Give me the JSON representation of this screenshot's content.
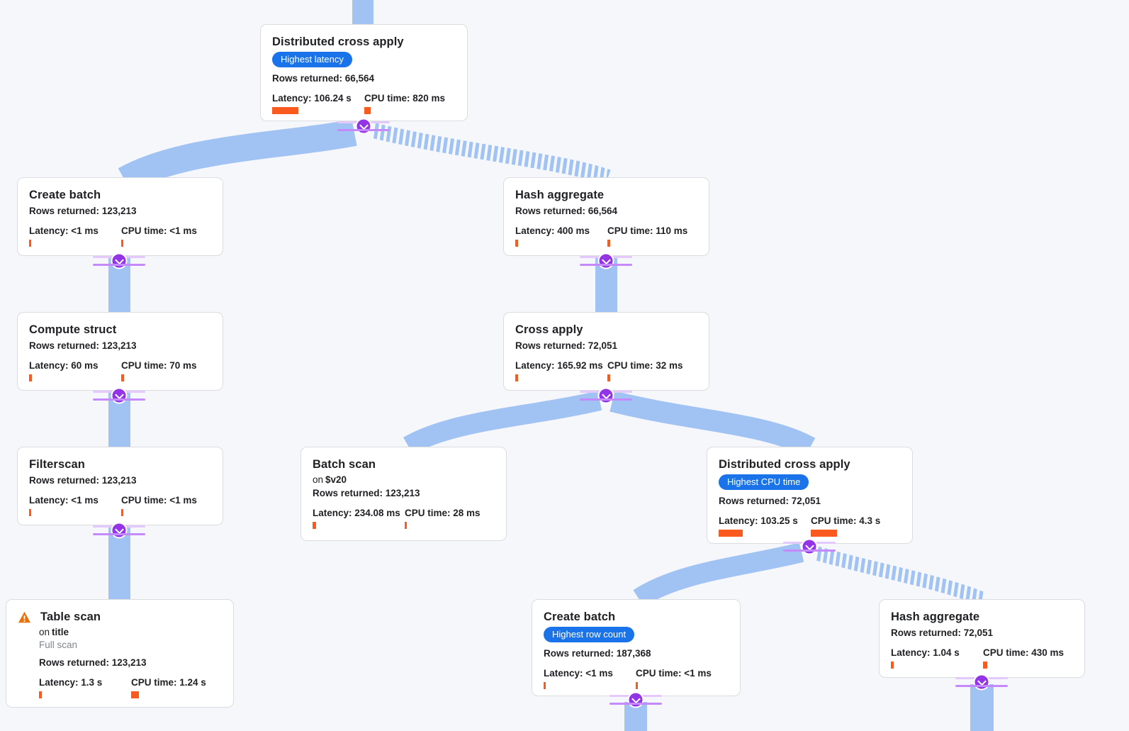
{
  "canvas": {
    "background": "#F6F7FA",
    "edge_color": "#A0C3F3",
    "accent_orange": "#FA5A1E",
    "badge_blue": "#1A73E8",
    "connector_purple": "#9334E6",
    "warning_orange": "#E8710A"
  },
  "nodes": [
    {
      "title": "Distributed cross apply",
      "badge": "Highest latency",
      "rows": "Rows returned: 66,564",
      "latency": "Latency: 106.24 s",
      "latency_bar": 37,
      "cpu": "CPU time: 820 ms",
      "cpu_bar": 9
    },
    {
      "title": "Create batch",
      "rows": "Rows returned: 123,213",
      "latency": "Latency: <1 ms",
      "latency_bar": 3,
      "cpu": "CPU time: <1 ms",
      "cpu_bar": 3
    },
    {
      "title": "Hash aggregate",
      "rows": "Rows returned: 66,564",
      "latency": "Latency: 400 ms",
      "latency_bar": 4,
      "cpu": "CPU time: 110 ms",
      "cpu_bar": 4
    },
    {
      "title": "Compute struct",
      "rows": "Rows returned: 123,213",
      "latency": "Latency: 60 ms",
      "latency_bar": 4,
      "cpu": "CPU time: 70 ms",
      "cpu_bar": 4
    },
    {
      "title": "Cross apply",
      "rows": "Rows returned: 72,051",
      "latency": "Latency: 165.92 ms",
      "latency_bar": 4,
      "cpu": "CPU time: 32 ms",
      "cpu_bar": 4
    },
    {
      "title": "Filterscan",
      "rows": "Rows returned: 123,213",
      "latency": "Latency: <1 ms",
      "latency_bar": 3,
      "cpu": "CPU time: <1 ms",
      "cpu_bar": 3
    },
    {
      "title": "Batch scan",
      "sub_prefix": "on",
      "sub_value": "$v20",
      "rows": "Rows returned: 123,213",
      "latency": "Latency: 234.08 ms",
      "latency_bar": 5,
      "cpu": "CPU time: 28 ms",
      "cpu_bar": 3
    },
    {
      "title": "Distributed cross apply",
      "badge": "Highest CPU time",
      "rows": "Rows returned: 72,051",
      "latency": "Latency: 103.25 s",
      "latency_bar": 34,
      "cpu": "CPU time: 4.3 s",
      "cpu_bar": 37
    },
    {
      "title": "Table scan",
      "sub_prefix": "on",
      "sub_value": "title",
      "note": "Full scan",
      "warning": "warning-icon",
      "rows": "Rows returned: 123,213",
      "latency": "Latency: 1.3 s",
      "latency_bar": 4,
      "cpu": "CPU time: 1.24 s",
      "cpu_bar": 11
    },
    {
      "title": "Create batch",
      "badge": "Highest row count",
      "rows": "Rows returned: 187,368",
      "latency": "Latency: <1 ms",
      "latency_bar": 3,
      "cpu": "CPU time: <1 ms",
      "cpu_bar": 3
    },
    {
      "title": "Hash aggregate",
      "rows": "Rows returned: 72,051",
      "latency": "Latency: 1.04 s",
      "latency_bar": 4,
      "cpu": "CPU time: 430 ms",
      "cpu_bar": 6
    }
  ],
  "edges": [
    {
      "from": "(above viewport)",
      "to": "Distributed cross apply (top)",
      "style": "solid"
    },
    {
      "from": "Distributed cross apply (top)",
      "to": "Create batch",
      "style": "solid"
    },
    {
      "from": "Distributed cross apply (top)",
      "to": "Hash aggregate",
      "style": "striped"
    },
    {
      "from": "Create batch",
      "to": "Compute struct",
      "style": "solid"
    },
    {
      "from": "Hash aggregate",
      "to": "Cross apply",
      "style": "solid"
    },
    {
      "from": "Compute struct",
      "to": "Filterscan",
      "style": "solid"
    },
    {
      "from": "Filterscan",
      "to": "Table scan",
      "style": "solid"
    },
    {
      "from": "Cross apply",
      "to": "Batch scan",
      "style": "solid"
    },
    {
      "from": "Cross apply",
      "to": "Distributed cross apply (right)",
      "style": "solid"
    },
    {
      "from": "Distributed cross apply (right)",
      "to": "Create batch (bottom)",
      "style": "solid"
    },
    {
      "from": "Distributed cross apply (right)",
      "to": "Hash aggregate (bottom)",
      "style": "striped"
    },
    {
      "from": "Create batch (bottom)",
      "to": "(below viewport)",
      "style": "solid"
    },
    {
      "from": "Hash aggregate (bottom)",
      "to": "(below viewport)",
      "style": "solid"
    }
  ]
}
